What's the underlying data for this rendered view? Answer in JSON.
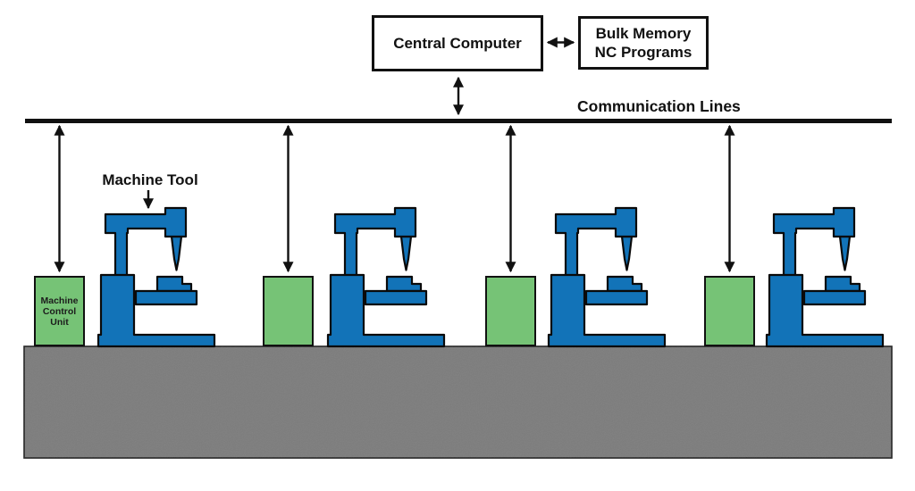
{
  "diagram": {
    "central_computer": {
      "label": "Central Computer"
    },
    "bulk_memory": {
      "label_line1": "Bulk Memory",
      "label_line2": "NC Programs"
    },
    "communication_lines": {
      "label": "Communication Lines"
    },
    "machine_tool": {
      "label": "Machine Tool"
    },
    "machine_control_unit": {
      "label_line1": "Machine",
      "label_line2": "Control",
      "label_line3": "Unit"
    },
    "machines": {
      "machine_tool_count": 4,
      "machine_control_unit_count": 4
    }
  },
  "icons": {
    "double_arrow_vertical": "double-headed vertical arrow",
    "double_arrow_horizontal": "double-headed horizontal arrow",
    "pointer_arrow_down": "single downward arrow"
  },
  "colors": {
    "machine-blue": "#1273B8",
    "mcu-green": "#76C376",
    "floor-gray": "#7C7C7C",
    "line-black": "#111111",
    "background": "#FFFFFF"
  }
}
